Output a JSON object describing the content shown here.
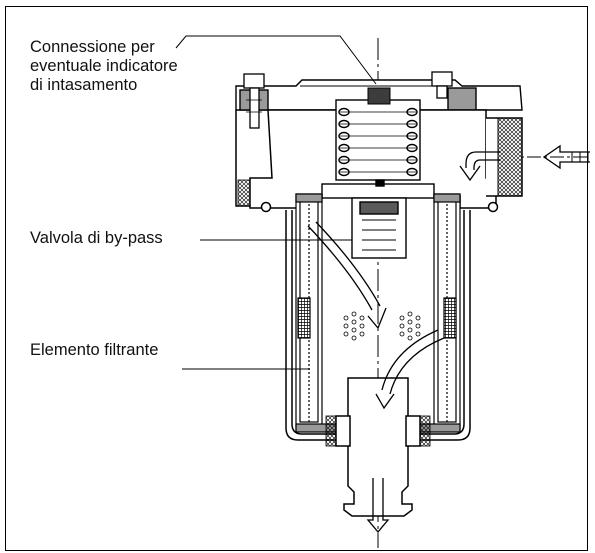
{
  "callouts": {
    "clog_indicator": "Connessione per\neventuale indicatore\ndi intasamento",
    "bypass_valve": "Valvola di by-pass",
    "filter_element": "Elemento filtrante"
  },
  "colors": {
    "line": "#000000",
    "body_fill": "#ffffff",
    "gray": "#9a9a9a",
    "dark": "#4a4a4a"
  }
}
